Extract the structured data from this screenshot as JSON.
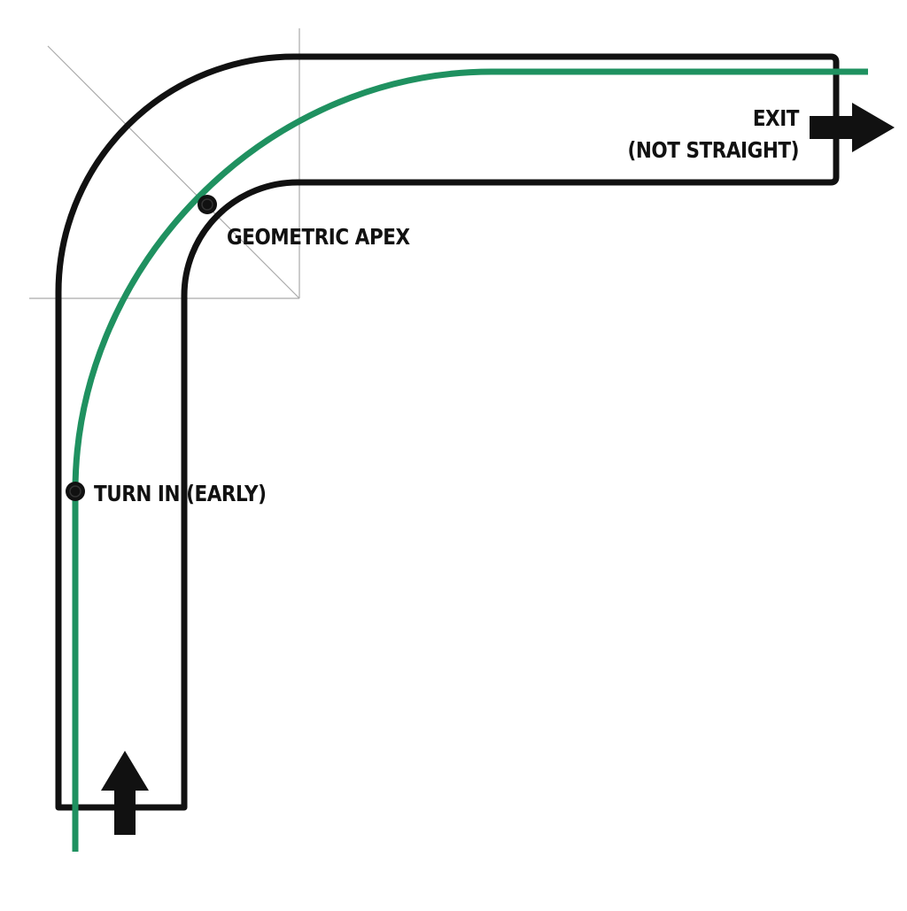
{
  "diagram": {
    "labels": {
      "turn_in": "TURN IN (EARLY)",
      "apex": "GEOMETRIC APEX",
      "exit_line1": "EXIT",
      "exit_line2": "(NOT STRAIGHT)"
    },
    "colors": {
      "background": "#ffffff",
      "track_outline": "#111111",
      "racing_line": "#1f9160",
      "construction_lines": "#aaaaaa",
      "markers": "#111111"
    },
    "icons": {
      "entry_direction": "arrow-up-icon",
      "exit_direction": "arrow-right-icon",
      "turn_in_marker": "dot-marker-icon",
      "apex_marker": "dot-marker-icon"
    }
  }
}
